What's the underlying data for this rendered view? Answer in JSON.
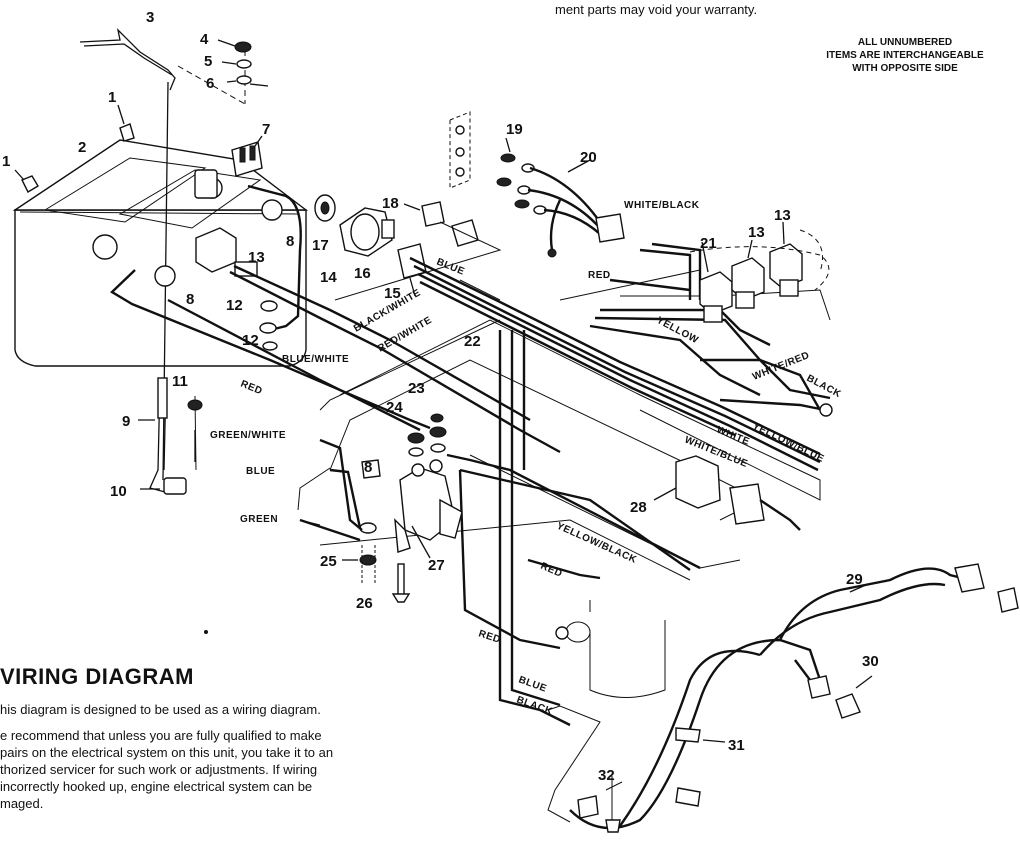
{
  "header": {
    "warranty_fragment": "ment parts may void your warranty.",
    "note_line1": "ALL UNNUMBERED",
    "note_line2": "ITEMS ARE INTERCHANGEABLE",
    "note_line3": "WITH OPPOSITE SIDE"
  },
  "section": {
    "title": "VIRING DIAGRAM",
    "p1": "his diagram is designed to be used as a wiring diagram.",
    "p2_line1": "e recommend that unless you are fully qualified to make",
    "p2_line2": "pairs on the electrical system on this unit, you take it to an",
    "p2_line3": "thorized servicer for such work or adjustments. If wiring",
    "p2_line4": "incorrectly hooked up, engine electrical system can be",
    "p2_line5": "maged."
  },
  "callouts": [
    "1",
    "1",
    "2",
    "3",
    "4",
    "5",
    "6",
    "7",
    "8",
    "8",
    "8",
    "9",
    "10",
    "11",
    "12",
    "12",
    "13",
    "13",
    "13",
    "14",
    "15",
    "16",
    "17",
    "18",
    "19",
    "20",
    "21",
    "22",
    "23",
    "24",
    "25",
    "26",
    "27",
    "28",
    "29",
    "30",
    "31",
    "32"
  ],
  "wire_labels": {
    "white_black": "WHITE/BLACK",
    "red_top": "RED",
    "blue_top": "BLUE",
    "black_white": "BLACK/WHITE",
    "red_white": "RED/WHITE",
    "blue_white": "BLUE/WHITE",
    "red_left": "RED",
    "yellow": "YELLOW",
    "white_red": "WHITE/RED",
    "black_right": "BLACK",
    "yellow_blue": "YELLOW/BLUE",
    "white": "WHITE",
    "white_blue": "WHITE/BLUE",
    "green_white": "GREEN/WHITE",
    "blue_left": "BLUE",
    "green": "GREEN",
    "yellow_black": "YELLOW/BLACK",
    "red_mid": "RED",
    "red_low": "RED",
    "blue_low": "BLUE",
    "black_low": "BLACK"
  }
}
